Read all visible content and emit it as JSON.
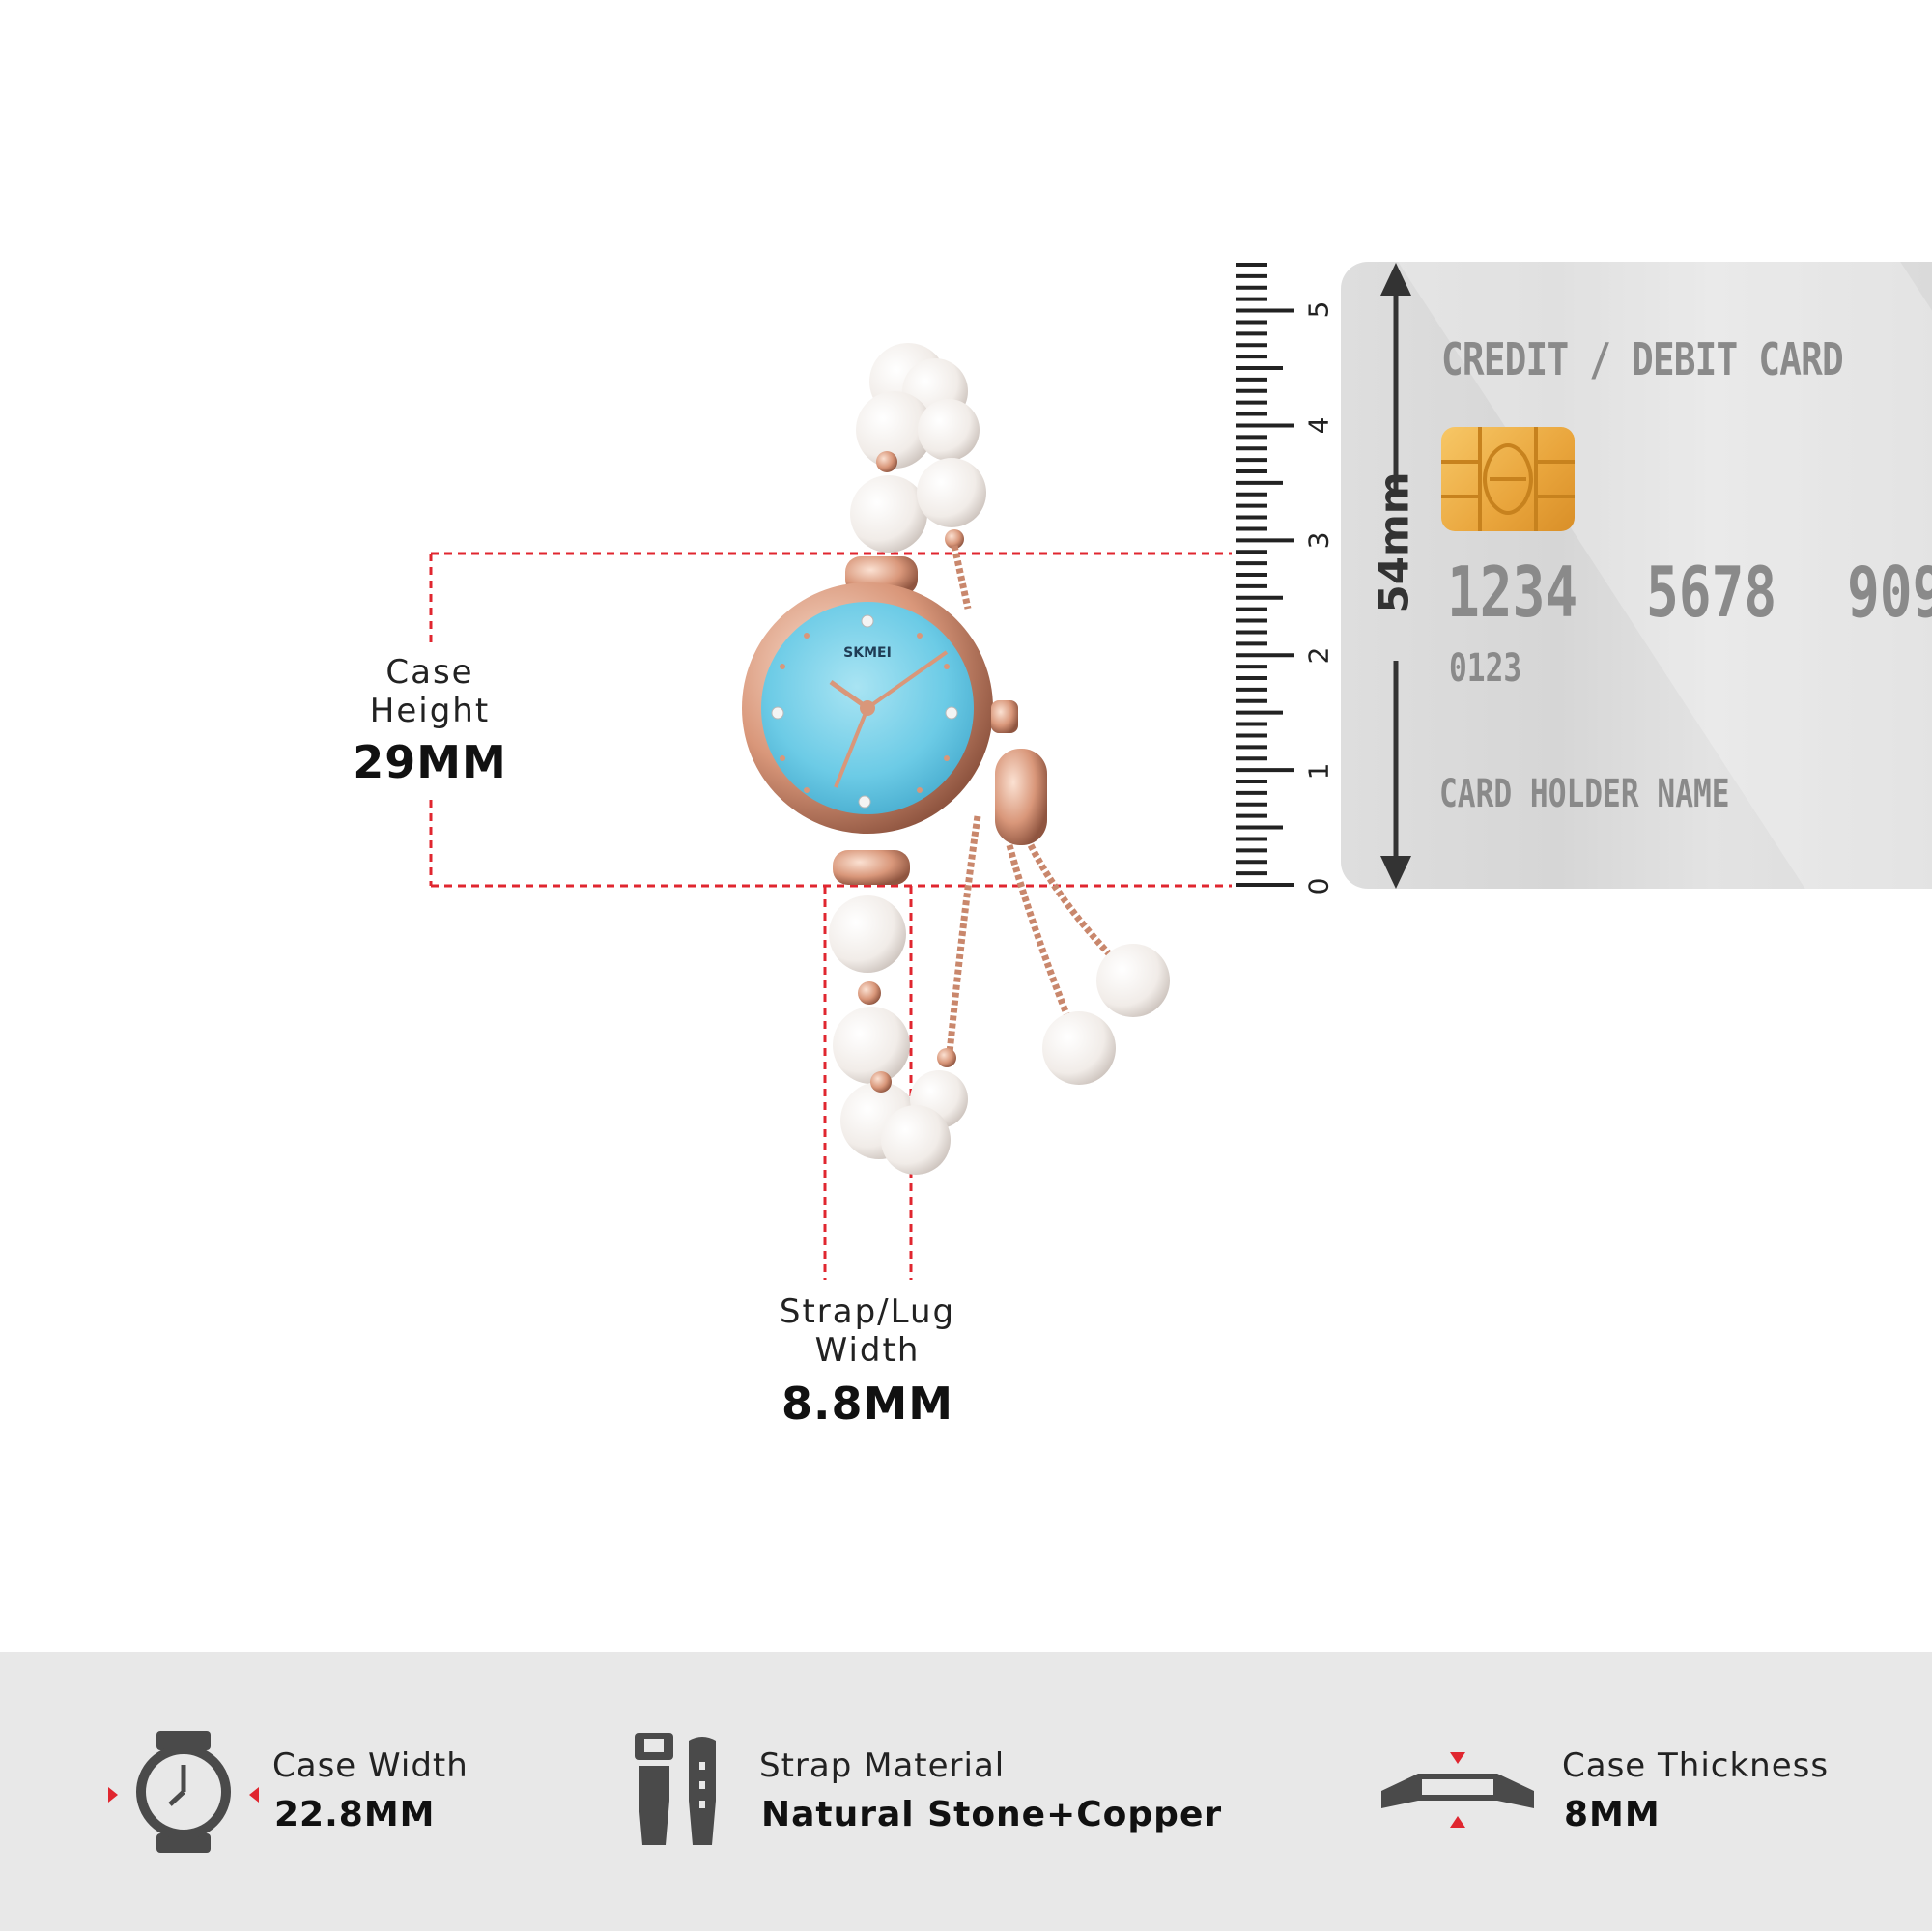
{
  "card": {
    "title": "CREDIT / DEBIT CARD",
    "number_1": "1234",
    "number_2": "5678",
    "number_3": "909",
    "sub_number": "0123",
    "holder": "CARD HOLDER NAME",
    "size_label": "54mm"
  },
  "ruler": {
    "labels": [
      "5",
      "4",
      "3",
      "2",
      "1",
      "0"
    ]
  },
  "watch": {
    "brand": "SKMEI",
    "dial_color": "#6ccbe6",
    "case_color": "#d9977a"
  },
  "dimensions": {
    "case_height_label_1": "Case",
    "case_height_label_2": "Height",
    "case_height_value": "29MM",
    "strap_width_label_1": "Strap/Lug",
    "strap_width_label_2": "Width",
    "strap_width_value": "8.8MM"
  },
  "specs": [
    {
      "icon": "watch-icon",
      "label": "Case Width",
      "value": "22.8MM"
    },
    {
      "icon": "strap-icon",
      "label": "Strap Material",
      "value": "Natural Stone+Copper"
    },
    {
      "icon": "case-thickness-icon",
      "label": "Case Thickness",
      "value": "8MM"
    }
  ],
  "colors": {
    "accent_red": "#e0262f",
    "dash_red": "#e0262f",
    "bar_bg": "#e8e8e8"
  }
}
